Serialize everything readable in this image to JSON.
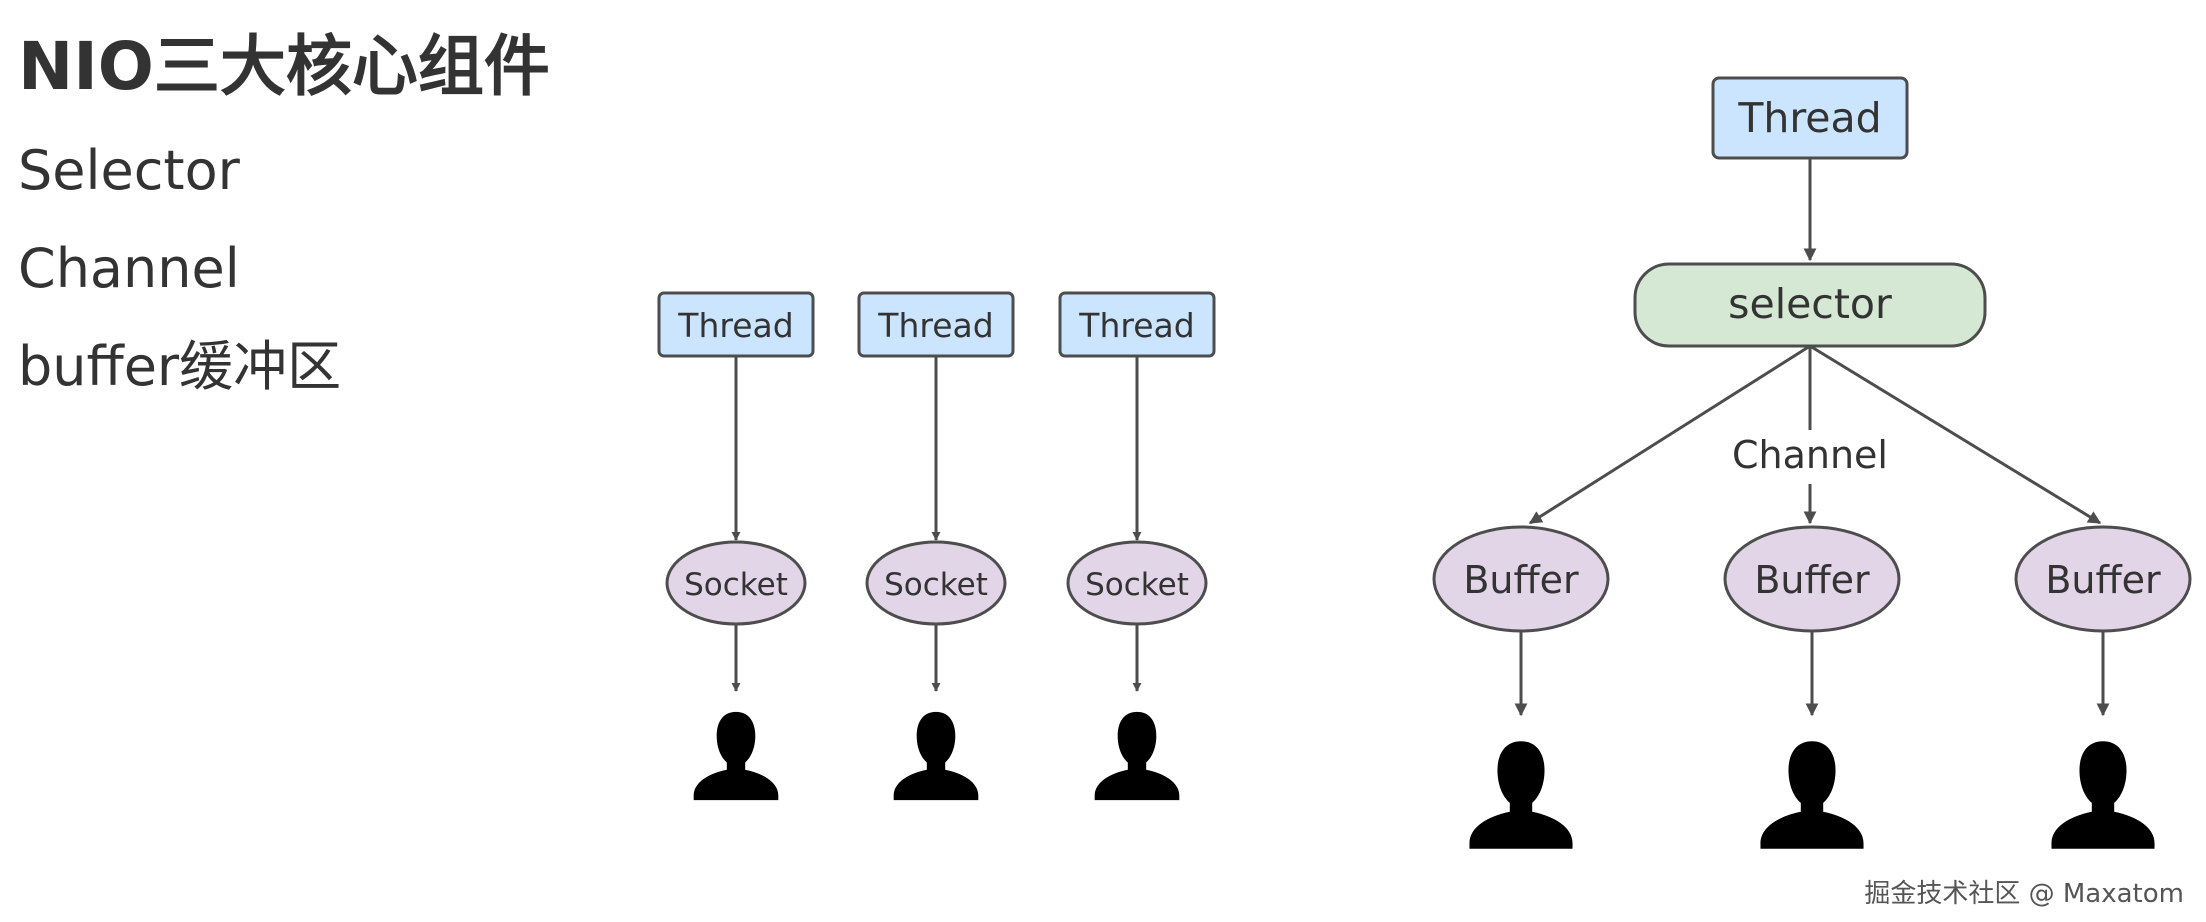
{
  "title": "NIO三大核心组件",
  "components": [
    "Selector",
    "Channel",
    "buffer缓冲区"
  ],
  "diagram_left": {
    "threads": [
      "Thread",
      "Thread",
      "Thread"
    ],
    "sockets": [
      "Socket",
      "Socket",
      "Socket"
    ]
  },
  "diagram_right": {
    "thread": "Thread",
    "selector": "selector",
    "channel_label": "Channel",
    "buffers": [
      "Buffer",
      "Buffer",
      "Buffer"
    ]
  },
  "colors": {
    "thread_fill": "#cce5ff",
    "selector_fill": "#d5e8d4",
    "socket_fill": "#e1d5e7",
    "stroke": "#4d4d4d"
  },
  "icons": [
    "person-icon"
  ],
  "watermark": "掘金技术社区 @ Maxatom"
}
